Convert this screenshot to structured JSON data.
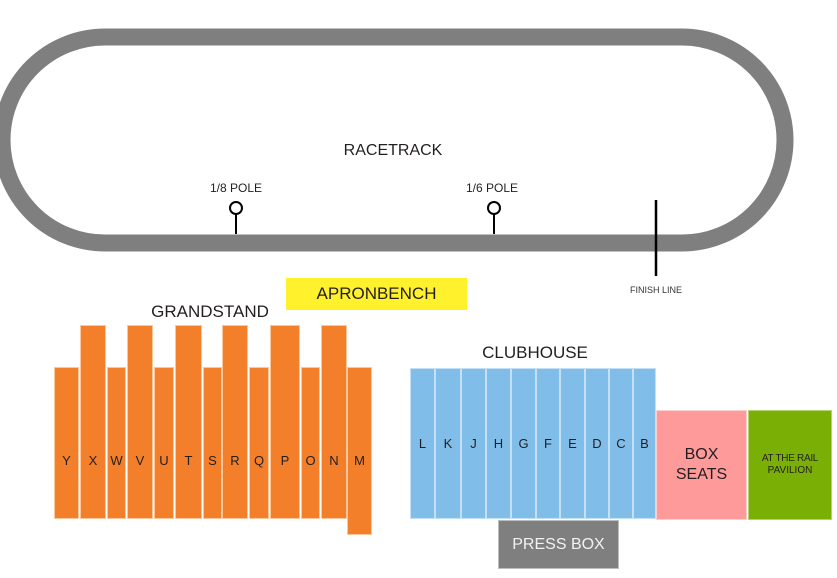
{
  "racetrack": {
    "label": "RACETRACK",
    "track_color": "#7f7f7f",
    "poles": [
      {
        "label": "1/8 POLE"
      },
      {
        "label": "1/6 POLE"
      }
    ],
    "finish_line": {
      "label": "FINISH LINE"
    }
  },
  "apron": {
    "label": "APRONBENCH",
    "color": "#fff22d"
  },
  "grandstand": {
    "label": "GRANDSTAND",
    "color": "#f47f2b",
    "sections": [
      {
        "id": "Y",
        "tier": "short"
      },
      {
        "id": "X",
        "tier": "tall"
      },
      {
        "id": "W",
        "tier": "short"
      },
      {
        "id": "V",
        "tier": "tall"
      },
      {
        "id": "U",
        "tier": "short"
      },
      {
        "id": "T",
        "tier": "tall"
      },
      {
        "id": "S",
        "tier": "short"
      },
      {
        "id": "R",
        "tier": "tall"
      },
      {
        "id": "Q",
        "tier": "short"
      },
      {
        "id": "P",
        "tier": "tall"
      },
      {
        "id": "O",
        "tier": "short"
      },
      {
        "id": "N",
        "tier": "tall"
      },
      {
        "id": "M",
        "tier": "extended"
      }
    ]
  },
  "clubhouse": {
    "label": "CLUBHOUSE",
    "color": "#80bde9",
    "sections": [
      "L",
      "K",
      "J",
      "H",
      "G",
      "F",
      "E",
      "D",
      "C",
      "B"
    ]
  },
  "box_seats": {
    "line1": "BOX",
    "line2": "SEATS",
    "color": "#fe9a9a"
  },
  "pavilion": {
    "line1": "AT THE RAIL",
    "line2": "PAVILION",
    "color": "#7aaf06"
  },
  "press_box": {
    "label": "PRESS BOX",
    "color": "#7f7f7f"
  }
}
